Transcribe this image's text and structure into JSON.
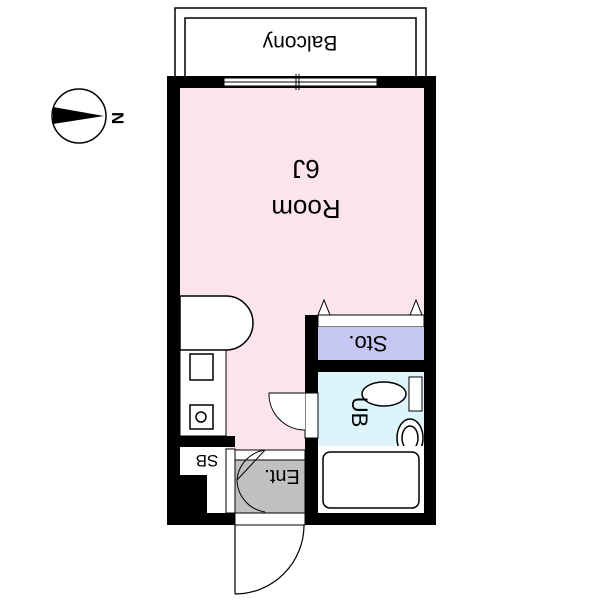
{
  "labels": {
    "balcony": "Balcony",
    "room": "Room",
    "room_size": "6J",
    "storage": "Sto.",
    "unit_bath": "UB",
    "shoe_box": "SB",
    "entrance": "Ent.",
    "north": "N"
  },
  "colors": {
    "room": "#fce4ee",
    "storage": "#c6c6f2",
    "bath": "#dcf4fa",
    "entrance": "#c0c0c0",
    "wall": "#000000"
  }
}
